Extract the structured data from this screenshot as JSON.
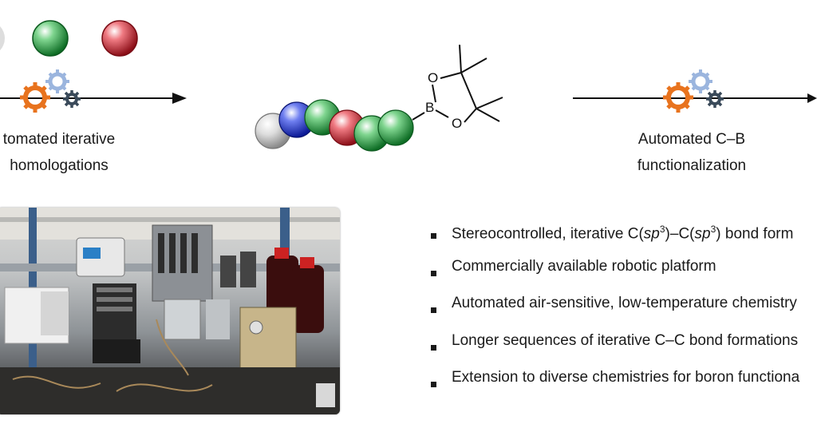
{
  "left_step": {
    "caption_line1": "tomated iterative",
    "caption_line2": "homologations"
  },
  "right_step": {
    "caption_line1": "Automated C–B",
    "caption_line2": "functionalization"
  },
  "molecule": {
    "atom_O_top": "O",
    "atom_B": "B",
    "atom_O_bottom": "O",
    "bead_colors": [
      "#c9c9c9",
      "#2233cc",
      "#22aa44",
      "#cc2233",
      "#22aa44",
      "#22aa44"
    ]
  },
  "top_beads": {
    "green": "#1f9d3a",
    "red": "#c81e2a"
  },
  "gear_colors": {
    "orange": "#e8731e",
    "light_blue": "#9bb5de",
    "dark": "#3a4a5a"
  },
  "bullets": [
    {
      "pre": "Stereocontrolled, iterative C(",
      "sp1": "sp",
      "sup1": "3",
      "mid": ")–C(",
      "sp2": "sp",
      "sup2": "3",
      "post": ") bond form"
    },
    {
      "text": "Commercially available robotic platform"
    },
    {
      "text": "Automated air-sensitive, low-temperature chemistry"
    },
    {
      "text": "Longer sequences of iterative C–C bond formations"
    },
    {
      "text": "Extension to diverse chemistries for boron functiona"
    }
  ]
}
